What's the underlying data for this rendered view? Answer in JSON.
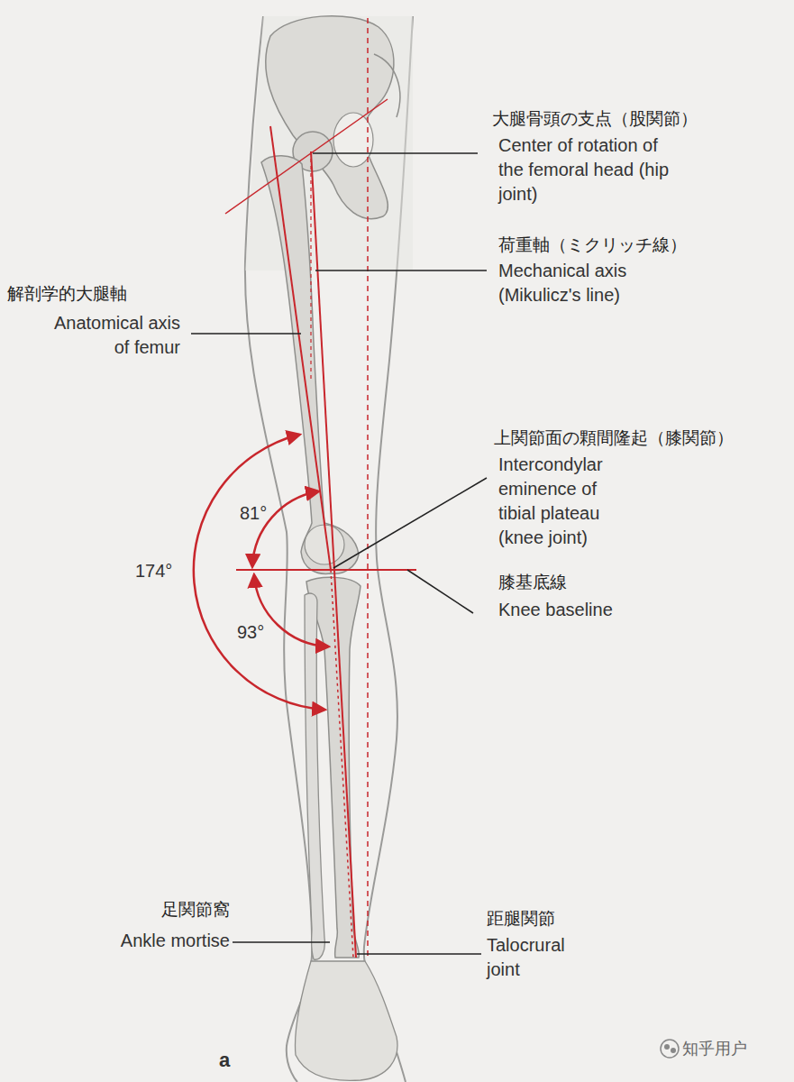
{
  "diagram": {
    "labels": [
      "大腿骨頭の支点（股関節）",
      "Center of rotation of the femoral head (hip joint)",
      "荷重軸（ミクリッチ線）",
      "Mechanical axis (Mikulicz's line)",
      "解剖学的大腿軸",
      "Anatomical axis of femur",
      "上関節面の顆間隆起（膝関節）",
      "Intercondylar eminence of tibial plateau (knee joint)",
      "81°",
      "174°",
      "93°",
      "膝基底線",
      "Knee baseline",
      "足関節窩",
      "Ankle mortise",
      "距腿関節",
      "Talocrural joint",
      "a",
      "知乎用户"
    ]
  }
}
